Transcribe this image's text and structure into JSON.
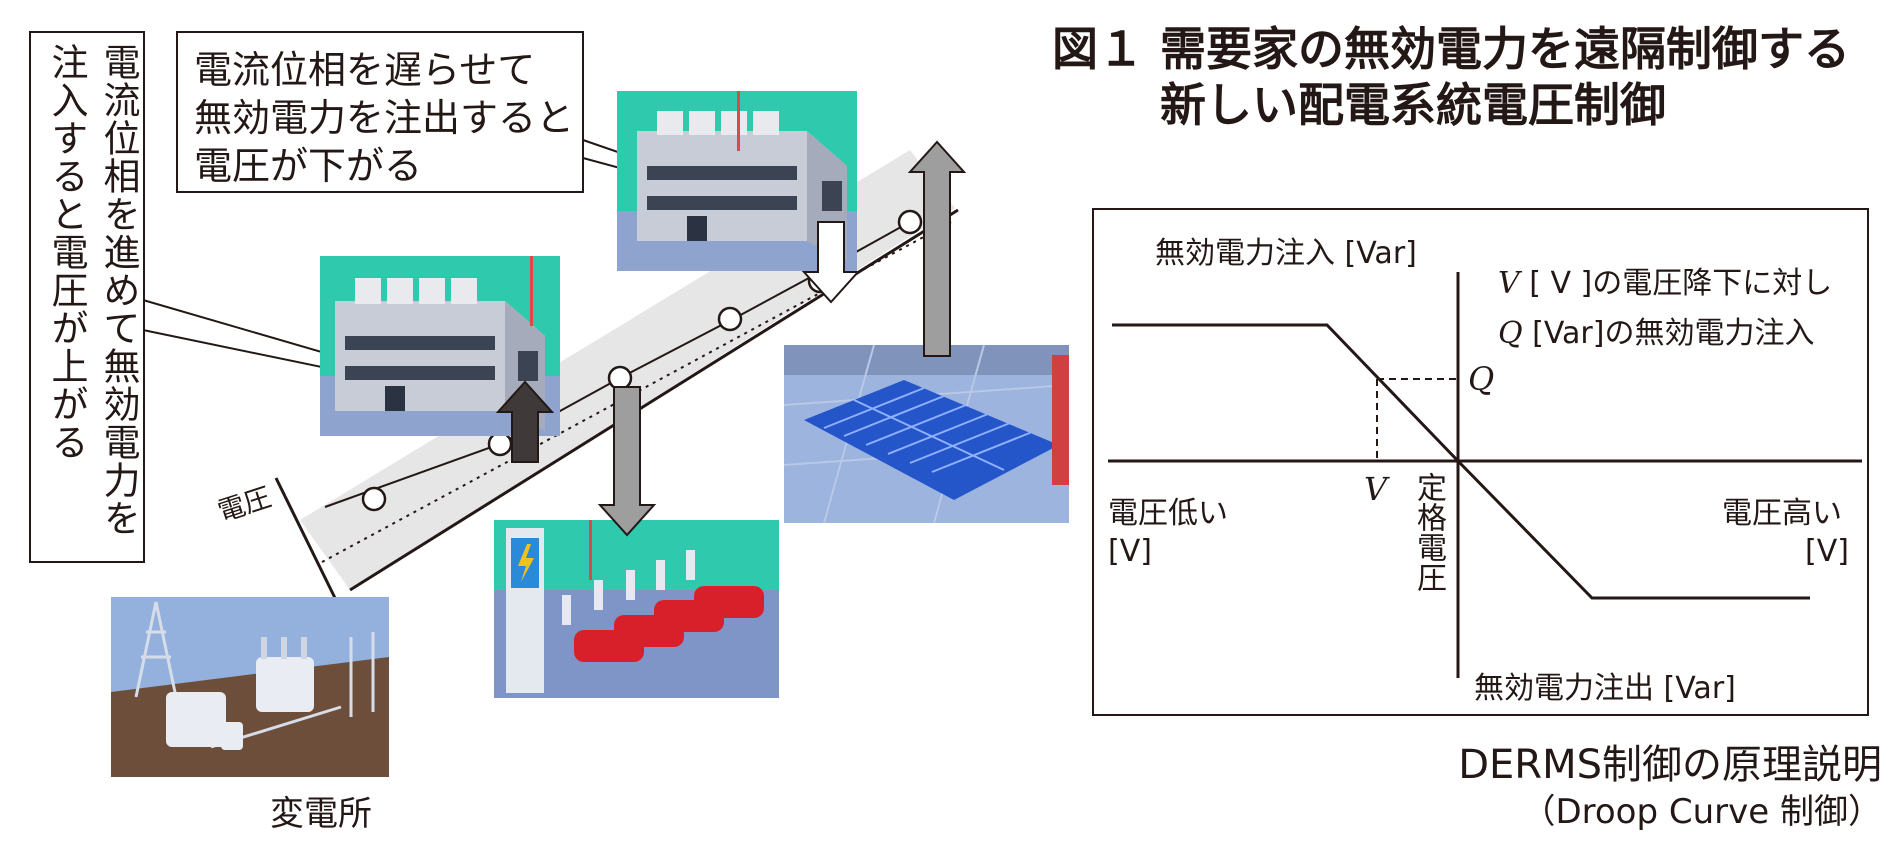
{
  "figure": {
    "title_line1": "図１ 需要家の無効電力を遠隔制御する",
    "title_line2": "新しい配電系統電圧制御"
  },
  "left_diagram": {
    "callout_lag": [
      "電流位相を遅らせて",
      "無効電力を注出すると",
      "電圧が下がる"
    ],
    "callout_lead_col1": "電流位相を進めて無効電力を",
    "callout_lead_col2": "注入すると電圧が上がる",
    "voltage_axis_label": "電圧",
    "substation_label": "変電所",
    "colors": {
      "arrow_up": "#3f3a39",
      "arrow_gray": "#9e9e9f",
      "road": "#e6e6e6"
    }
  },
  "droop_chart": {
    "y_top_label": "無効電力注入 [Var]",
    "y_bottom_label": "無効電力注出 [Var]",
    "x_left_label_1": "電圧低い",
    "x_left_label_2": "[V]",
    "x_right_label_1": "電圧高い",
    "x_right_label_2": "[V]",
    "rated_voltage_label": "定格電圧",
    "v_marker": "V",
    "q_marker": "Q",
    "note_line1_italic": "V",
    "note_line1_rest": " [ V ]の電圧降下に対し",
    "note_line2_italic": "Q",
    "note_line2_rest": " [Var]の無効電力注入"
  },
  "caption": {
    "line1": "DERMS制御の原理説明",
    "line2": "（Droop Curve 制御）"
  }
}
